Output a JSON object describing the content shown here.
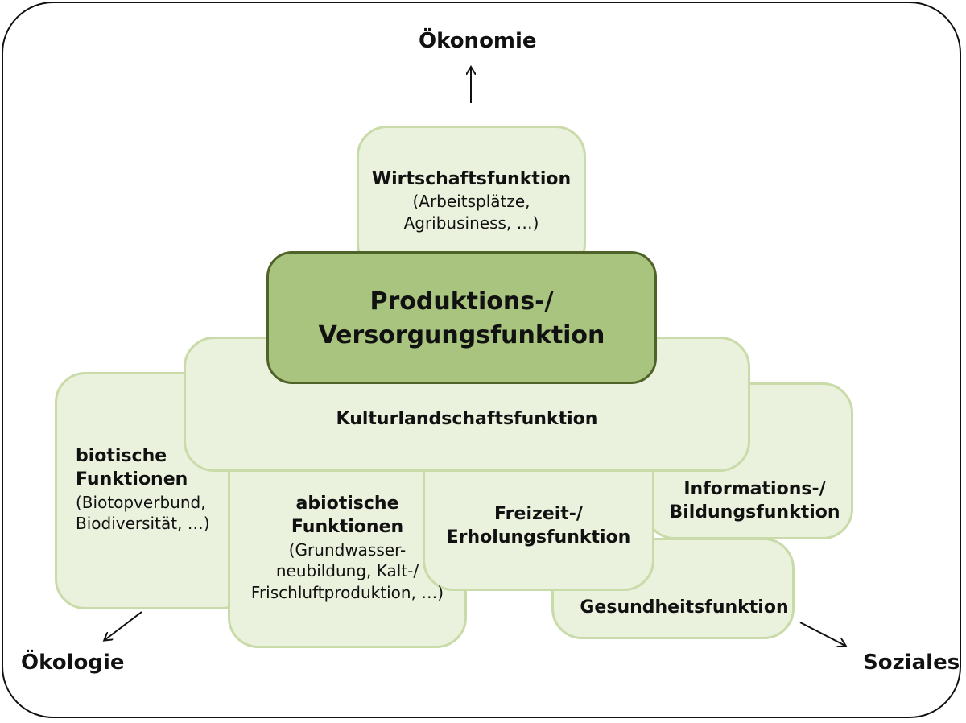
{
  "corners": {
    "top": "Ökonomie",
    "left": "Ökologie",
    "right": "Soziales"
  },
  "boxes": {
    "wirtschaft": {
      "title": "Wirtschaftsfunktion",
      "detail1": "(Arbeitsplätze,",
      "detail2": "Agribusiness, …)"
    },
    "center": {
      "line1": "Produktions-/",
      "line2": "Versorgungsfunktion"
    },
    "kultur": {
      "title": "Kulturlandschaftsfunktion"
    },
    "biotisch": {
      "title1": "biotische",
      "title2": "Funktionen",
      "detail1": "(Biotopverbund,",
      "detail2": "Biodiversität, …)"
    },
    "abiotisch": {
      "title1": "abiotische",
      "title2": "Funktionen",
      "detail1": "(Grundwasser-",
      "detail2": "neubildung, Kalt-/",
      "detail3": "Frischluftproduktion, …)"
    },
    "freizeit": {
      "line1": "Freizeit-/",
      "line2": "Erholungsfunktion"
    },
    "information": {
      "line1": "Informations-/",
      "line2": "Bildungsfunktion"
    },
    "gesundheit": {
      "title": "Gesundheitsfunktion"
    }
  },
  "colors": {
    "box_fill": "#eaf1dc",
    "box_border": "#c8dba8",
    "center_fill": "#a9c47f",
    "center_border": "#4f6228"
  }
}
